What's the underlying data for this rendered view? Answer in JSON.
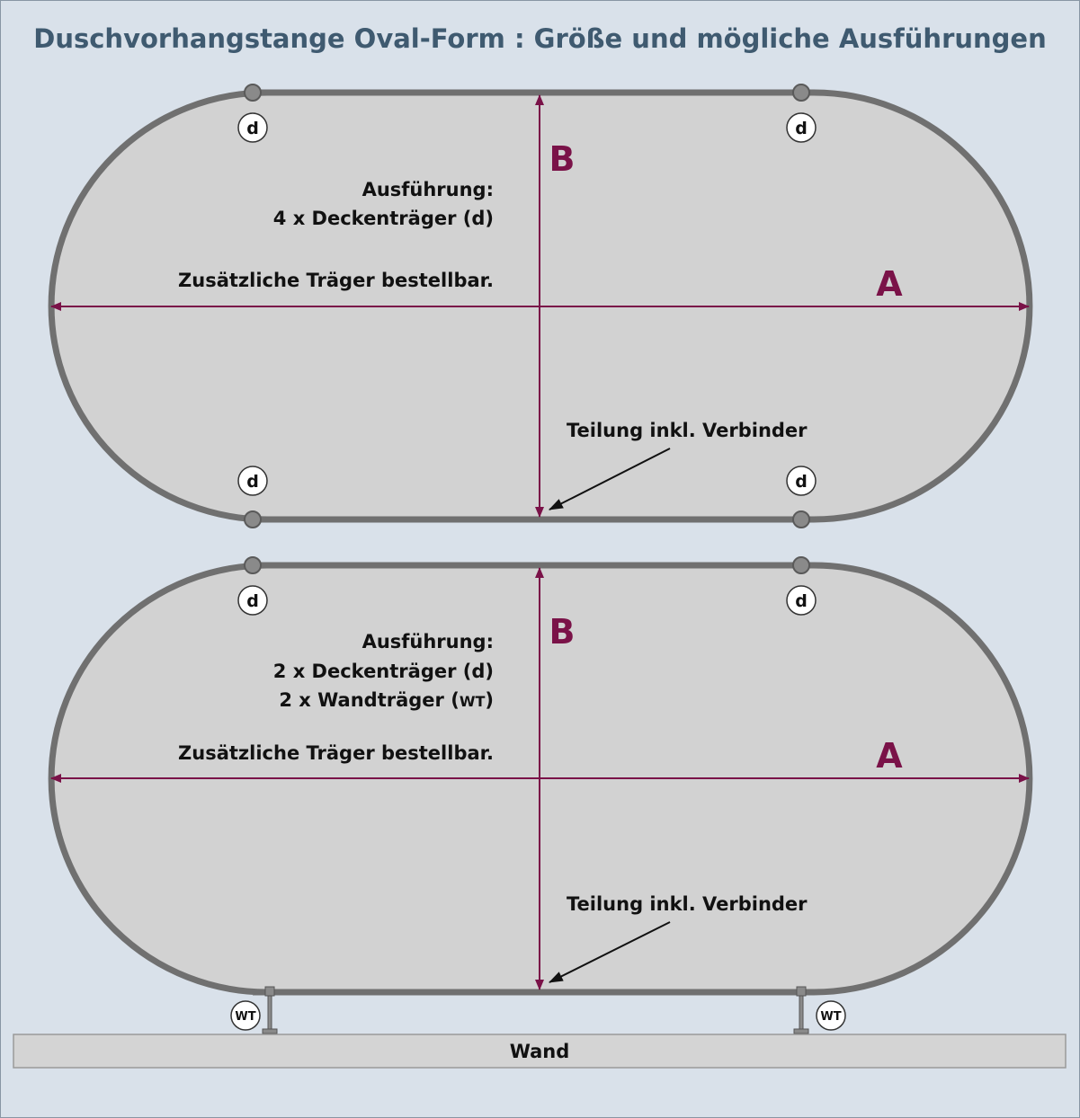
{
  "title": "Duschvorhangstange Oval-Form :  Größe und mögliche Ausführungen",
  "diagrams": [
    {
      "dim_a": "A",
      "dim_b": "B",
      "info_heading": "Ausführung:",
      "info_lines": [
        "4 x Deckenträger (d)"
      ],
      "extra_note": "Zusätzliche Träger bestellbar.",
      "division_label": "Teilung inkl. Verbinder",
      "ceiling_badge": "d"
    },
    {
      "dim_a": "A",
      "dim_b": "B",
      "info_heading": "Ausführung:",
      "info_line_1": "2 x Deckenträger (d)",
      "info_line_2_prefix": "2 x Wandträger (",
      "info_line_2_abbr": "WT",
      "info_line_2_suffix": ")",
      "extra_note": "Zusätzliche Träger bestellbar.",
      "division_label": "Teilung inkl. Verbinder",
      "ceiling_badge": "d",
      "wall_badge": "WT"
    }
  ],
  "wall_label": "Wand"
}
